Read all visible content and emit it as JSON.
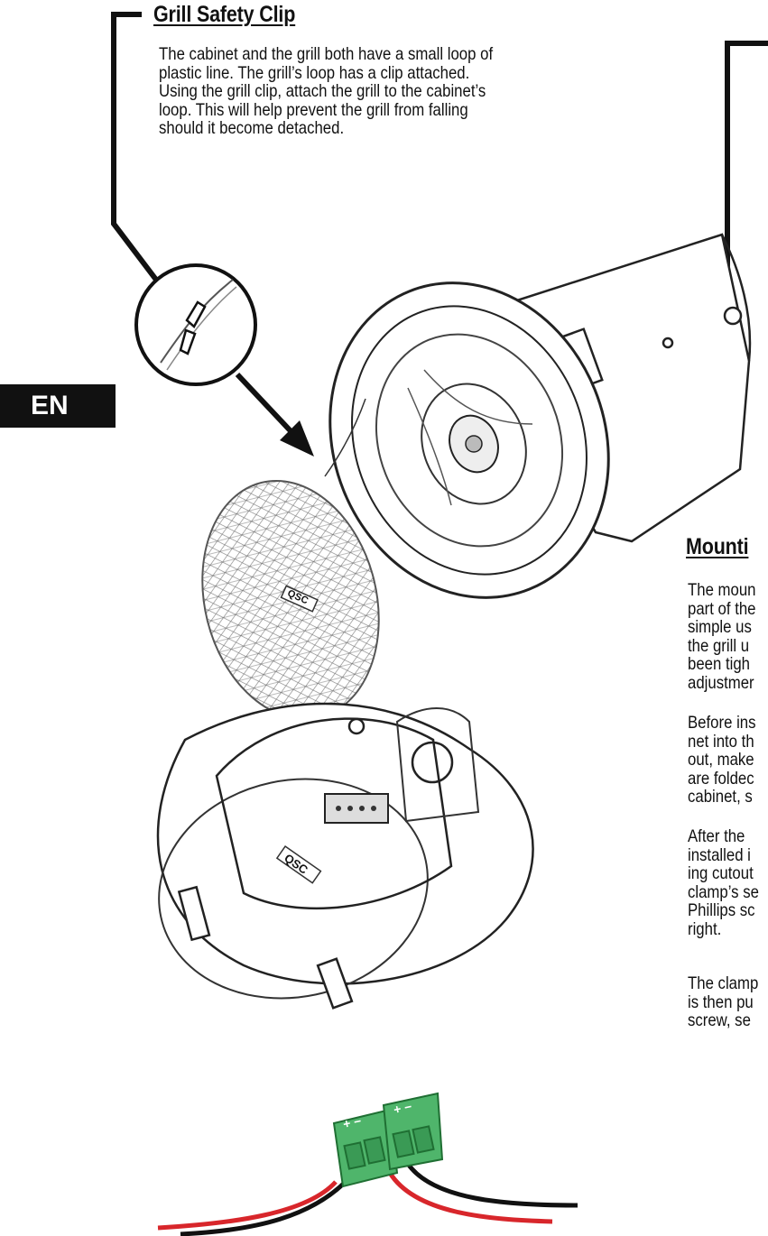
{
  "left_section": {
    "heading": "Grill Safety Clip",
    "paragraph": "The cabinet and the grill both have a small loop of\nplastic line. The grill’s loop has a clip attached.\nUsing the grill clip, attach the grill to the cabinet’s\nloop. This will help prevent the grill from falling\nshould it become detached."
  },
  "language_badge": "EN",
  "right_section": {
    "heading": "Mounti",
    "paragraphs": [
      "The moun\npart of the\nsimple us\nthe grill u\nbeen tigh\nadjustmer",
      "Before ins\nnet into th\nout, make\nare foldec\ncabinet, s",
      "After the\ninstalled i\ning cutout\nclamp’s se\nPhillips sc\nright.",
      "The clamp\nis then pu\nscrew, se"
    ]
  },
  "illustration": {
    "brand_mark": "QSC",
    "terminal_labels": [
      "+ −",
      "+ −"
    ],
    "colors": {
      "wire_red": "#d8262b",
      "wire_black": "#111111",
      "connector_green": "#4fb56b"
    }
  }
}
